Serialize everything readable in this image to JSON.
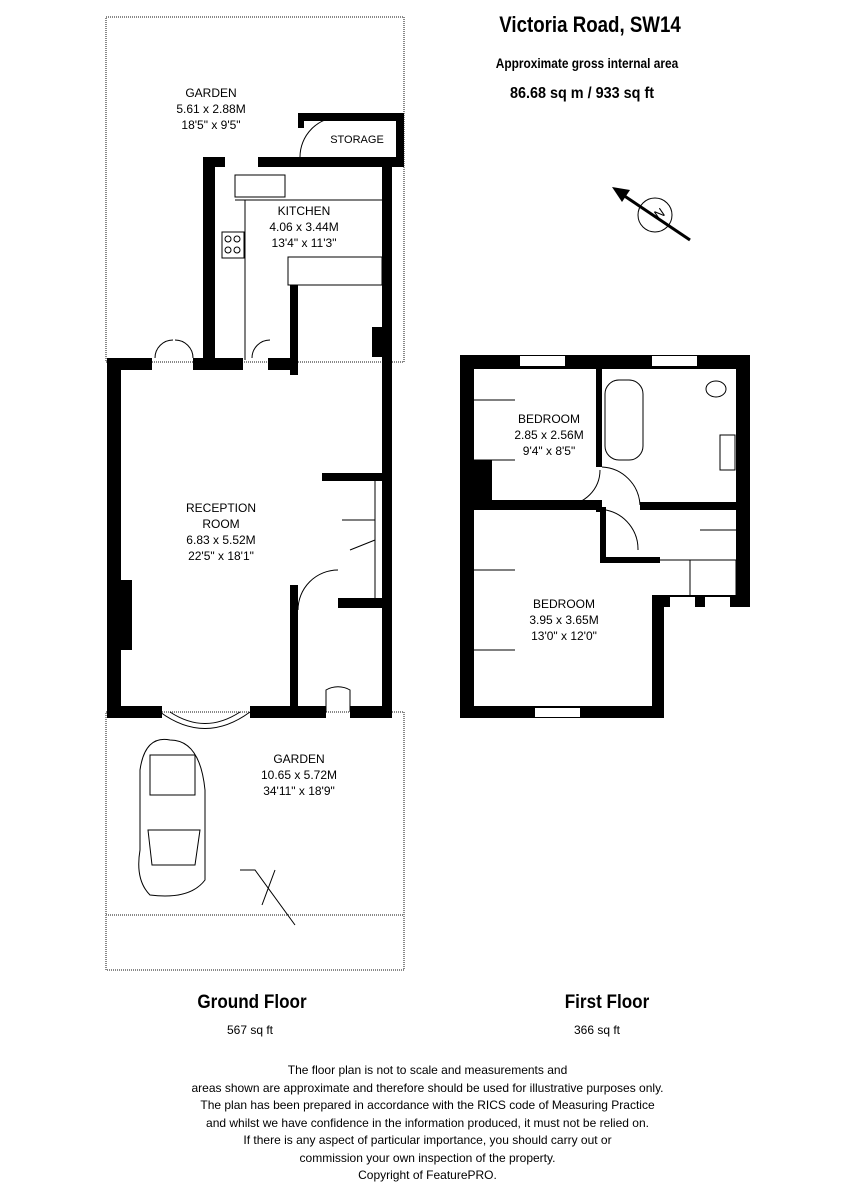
{
  "header": {
    "title": "Victoria Road, SW14",
    "subtitle": "Approximate gross internal area",
    "total_area": "86.68 sq m /  933 sq ft"
  },
  "ground_floor": {
    "label": "Ground Floor",
    "area": "567 sq ft",
    "rooms": [
      {
        "name": "GARDEN",
        "metric": "5.61 x 2.88M",
        "imperial": "18'5\" x 9'5\""
      },
      {
        "name": "STORAGE"
      },
      {
        "name": "KITCHEN",
        "metric": "4.06 x 3.44M",
        "imperial": "13'4\" x 11'3\""
      },
      {
        "name": "RECEPTION",
        "name2": "ROOM",
        "metric": "6.83 x 5.52M",
        "imperial": "22'5\" x 18'1\""
      },
      {
        "name": "GARDEN",
        "metric": "10.65 x 5.72M",
        "imperial": "34'11\" x 18'9\""
      }
    ]
  },
  "first_floor": {
    "label": "First Floor",
    "area": "366 sq ft",
    "rooms": [
      {
        "name": "BEDROOM",
        "metric": "2.85 x 2.56M",
        "imperial": "9'4\" x 8'5\""
      },
      {
        "name": "BEDROOM",
        "metric": "3.95 x 3.65M",
        "imperial": "13'0\" x 12'0\""
      }
    ]
  },
  "compass": {
    "label": "N"
  },
  "disclaimer": [
    "The floor plan is not to scale and measurements and",
    "areas shown are approximate and therefore should be used for illustrative purposes only.",
    "The plan has been prepared in accordance with the RICS code of Measuring Practice",
    "and whilst we have confidence in the information produced, it must not be relied on.",
    "If there is any aspect of particular importance, you should carry out or",
    "commission your own inspection of the property.",
    "Copyright of FeaturePRO."
  ]
}
